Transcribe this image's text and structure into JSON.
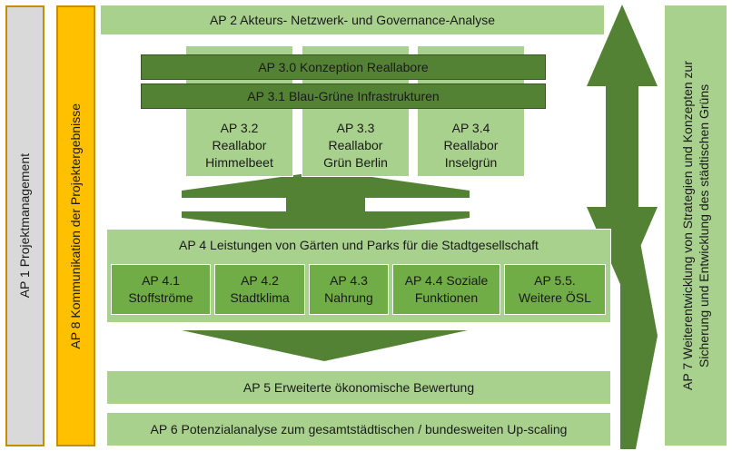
{
  "ap1": "AP 1 Projektmanagement",
  "ap8": "AP 8 Kommunikation der Projektergebnisse",
  "ap2": "AP 2 Akteurs- Netzwerk- und Governance-Analyse",
  "ap30": "AP 3.0 Konzeption Reallabore",
  "ap31": "AP 3.1 Blau-Grüne Infrastrukturen",
  "ap3_labs": [
    "AP 3.2\nReallabor\nHimmelbeet",
    "AP 3.3\nReallabor\nGrün Berlin",
    "AP 3.4\nReallabor\nInselgrün"
  ],
  "ap4": "AP 4 Leistungen von Gärten und Parks für die Stadtgesellschaft",
  "ap4_items": [
    "AP 4.1\nStoffströme",
    "AP 4.2\nStadtklima",
    "AP 4.3\nNahrung",
    "AP 4.4 Soziale\nFunktionen",
    "AP 5.5.\nWeitere ÖSL"
  ],
  "ap5": "AP 5 Erweiterte ökonomische Bewertung",
  "ap6": "AP 6 Potenzialanalyse zum gesamtstädtischen / bundesweiten Up-scaling",
  "ap7": "AP 7 Weiterentwicklung von Strategien und Konzepten zur\nSicherung und Entwicklung des städtischen Grüns",
  "colors": {
    "light_green": "#a9d18e",
    "dark_green": "#548235",
    "mid_green": "#70ad47",
    "gray": "#d9d9d9",
    "yellow": "#ffc000"
  }
}
